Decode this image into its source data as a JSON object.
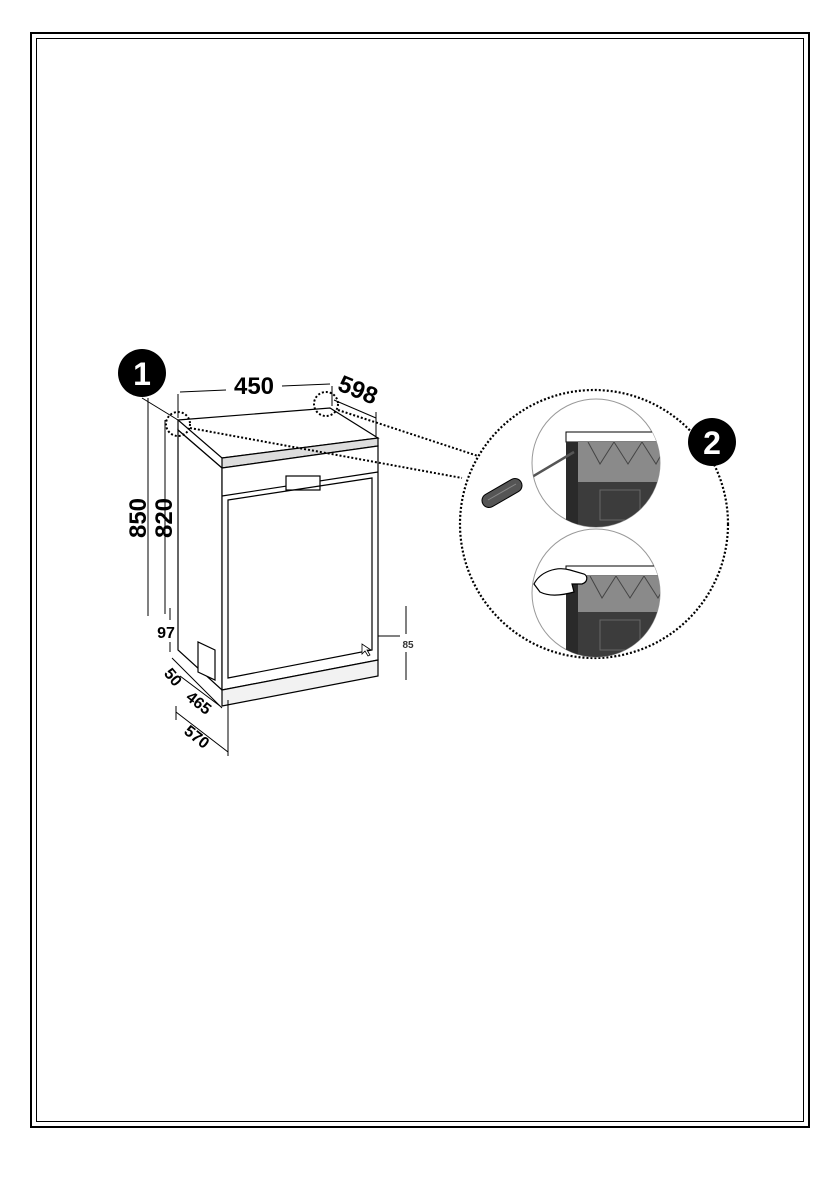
{
  "steps": {
    "step1": "1",
    "step2": "2"
  },
  "dimensions": {
    "width": "450",
    "width_outer": "598",
    "height_total": "850",
    "height_body": "820",
    "plinth_height": "97",
    "plinth_depth": "50",
    "depth_body": "465",
    "depth_total": "570",
    "foot_adjust": "85"
  },
  "colors": {
    "line": "#000000",
    "panel_dark": "#3c3c3c",
    "panel_mid": "#8a8a8a",
    "detail_fill": "#e6e6e6"
  }
}
